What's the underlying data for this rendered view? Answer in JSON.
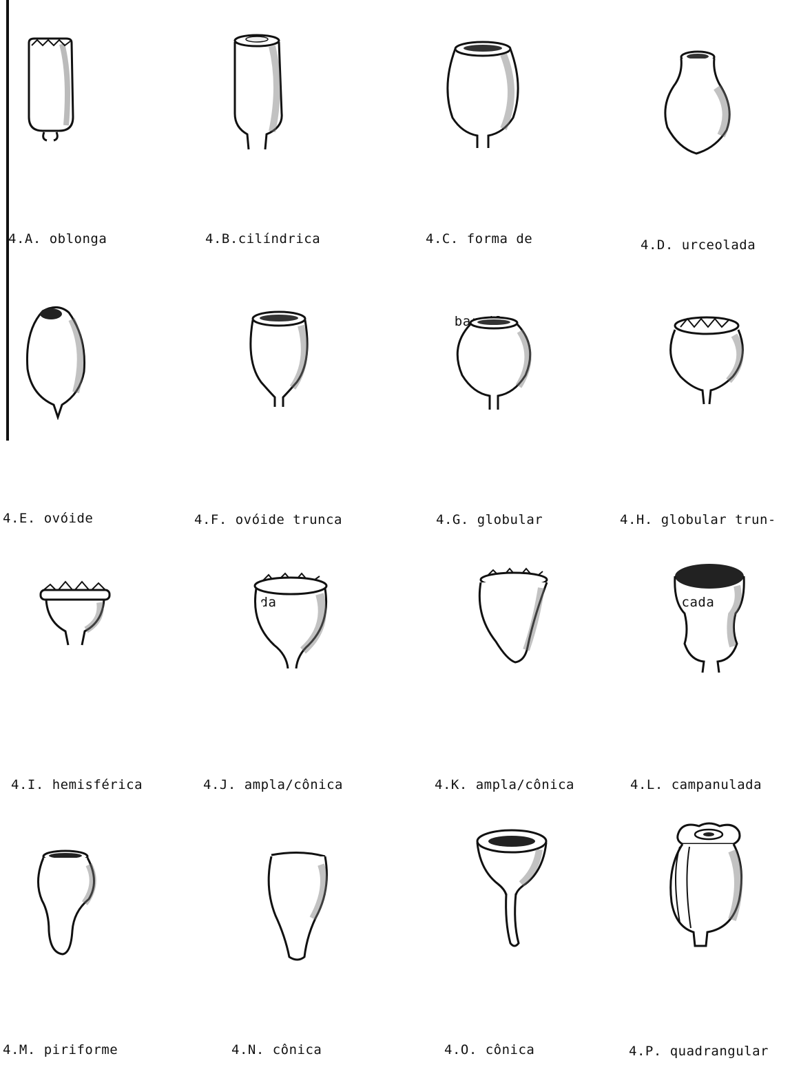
{
  "figures": [
    {
      "id": "A",
      "caption": [
        "4.A. oblonga"
      ]
    },
    {
      "id": "B",
      "caption": [
        "4.B.cilíndrica"
      ]
    },
    {
      "id": "C",
      "caption": [
        "4.C. forma de",
        "barril"
      ]
    },
    {
      "id": "D",
      "caption": [
        "4.D. urceolada"
      ]
    },
    {
      "id": "E",
      "caption": [
        "4.E. ovóide"
      ]
    },
    {
      "id": "F",
      "caption": [
        "4.F. ovóide trunca",
        "da"
      ]
    },
    {
      "id": "G",
      "caption": [
        "4.G. globular"
      ]
    },
    {
      "id": "H",
      "caption": [
        "4.H. globular trun-",
        "cada"
      ]
    },
    {
      "id": "I",
      "caption": [
        "4.I. hemisférica"
      ]
    },
    {
      "id": "J",
      "caption": [
        "4.J. ampla/cônica"
      ]
    },
    {
      "id": "K",
      "caption": [
        "4.K. ampla/cônica"
      ]
    },
    {
      "id": "L",
      "caption": [
        "4.L. campanulada"
      ]
    },
    {
      "id": "M",
      "caption": [
        "4.M. piriforme"
      ]
    },
    {
      "id": "N",
      "caption": [
        "4.N. cônica"
      ]
    },
    {
      "id": "O",
      "caption": [
        "4.O. cônica"
      ]
    },
    {
      "id": "P",
      "caption": [
        "4.P. quadrangular"
      ]
    }
  ]
}
